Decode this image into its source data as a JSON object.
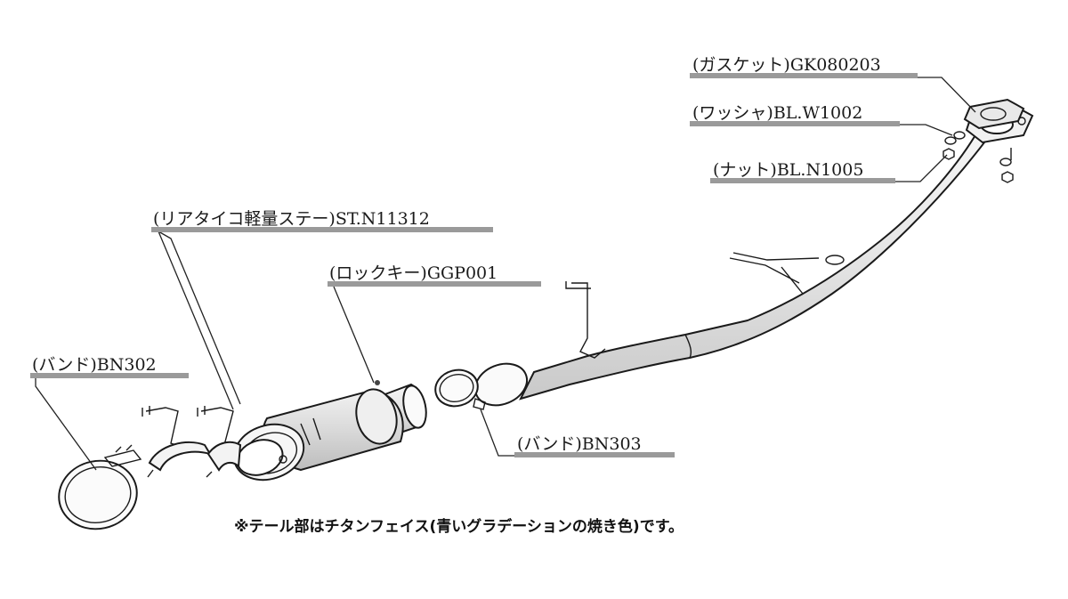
{
  "labels": {
    "gasket": "(ガスケット)GK080203",
    "washer": "(ワッシャ)BL.W1002",
    "nut": "(ナット)BL.N1005",
    "stay": "(リアタイコ軽量ステー)ST.N11312",
    "lockkey": "(ロックキー)GGP001",
    "band302": "(バンド)BN302",
    "band303": "(バンド)BN303"
  },
  "note": "※テール部はチタンフェイス(青いグラデーションの焼き色)です。",
  "colors": {
    "pipe_fill": "#ececec",
    "muffler_fill": "#e2e2e2",
    "line": "#1a1a1a",
    "label_underline": "#9a9a9a"
  }
}
